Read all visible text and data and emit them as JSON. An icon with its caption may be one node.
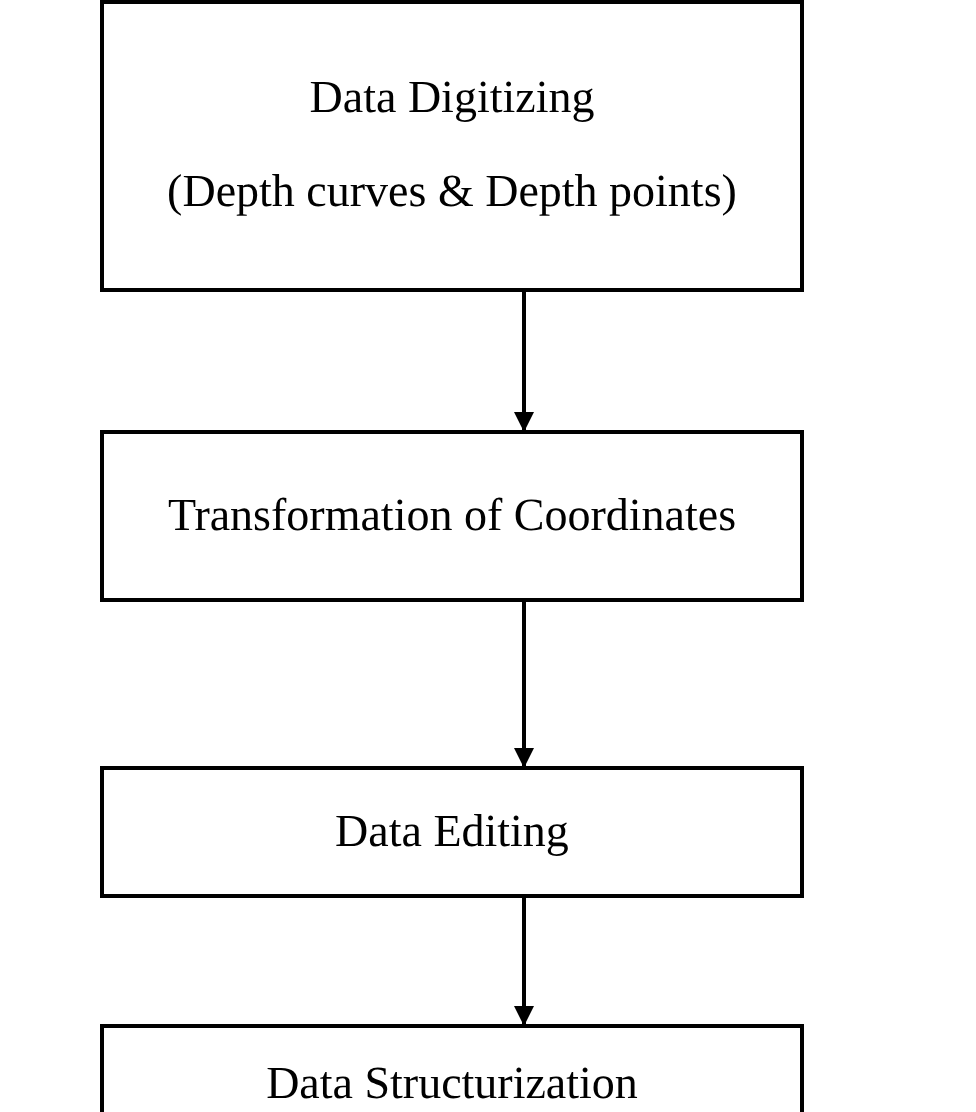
{
  "diagram": {
    "nodes": [
      {
        "text": [
          "Data Digitizing",
          "(Depth curves & Depth points)"
        ]
      },
      {
        "text": [
          "Transformation of Coordinates"
        ]
      },
      {
        "text": [
          "Data Editing"
        ]
      },
      {
        "text": [
          "Data Structurization"
        ]
      }
    ],
    "edges": [
      {
        "from": 0,
        "to": 1,
        "arrow": "to"
      },
      {
        "from": 1,
        "to": 2,
        "arrow": "to"
      },
      {
        "from": 2,
        "to": 3,
        "arrow": "to"
      }
    ]
  }
}
